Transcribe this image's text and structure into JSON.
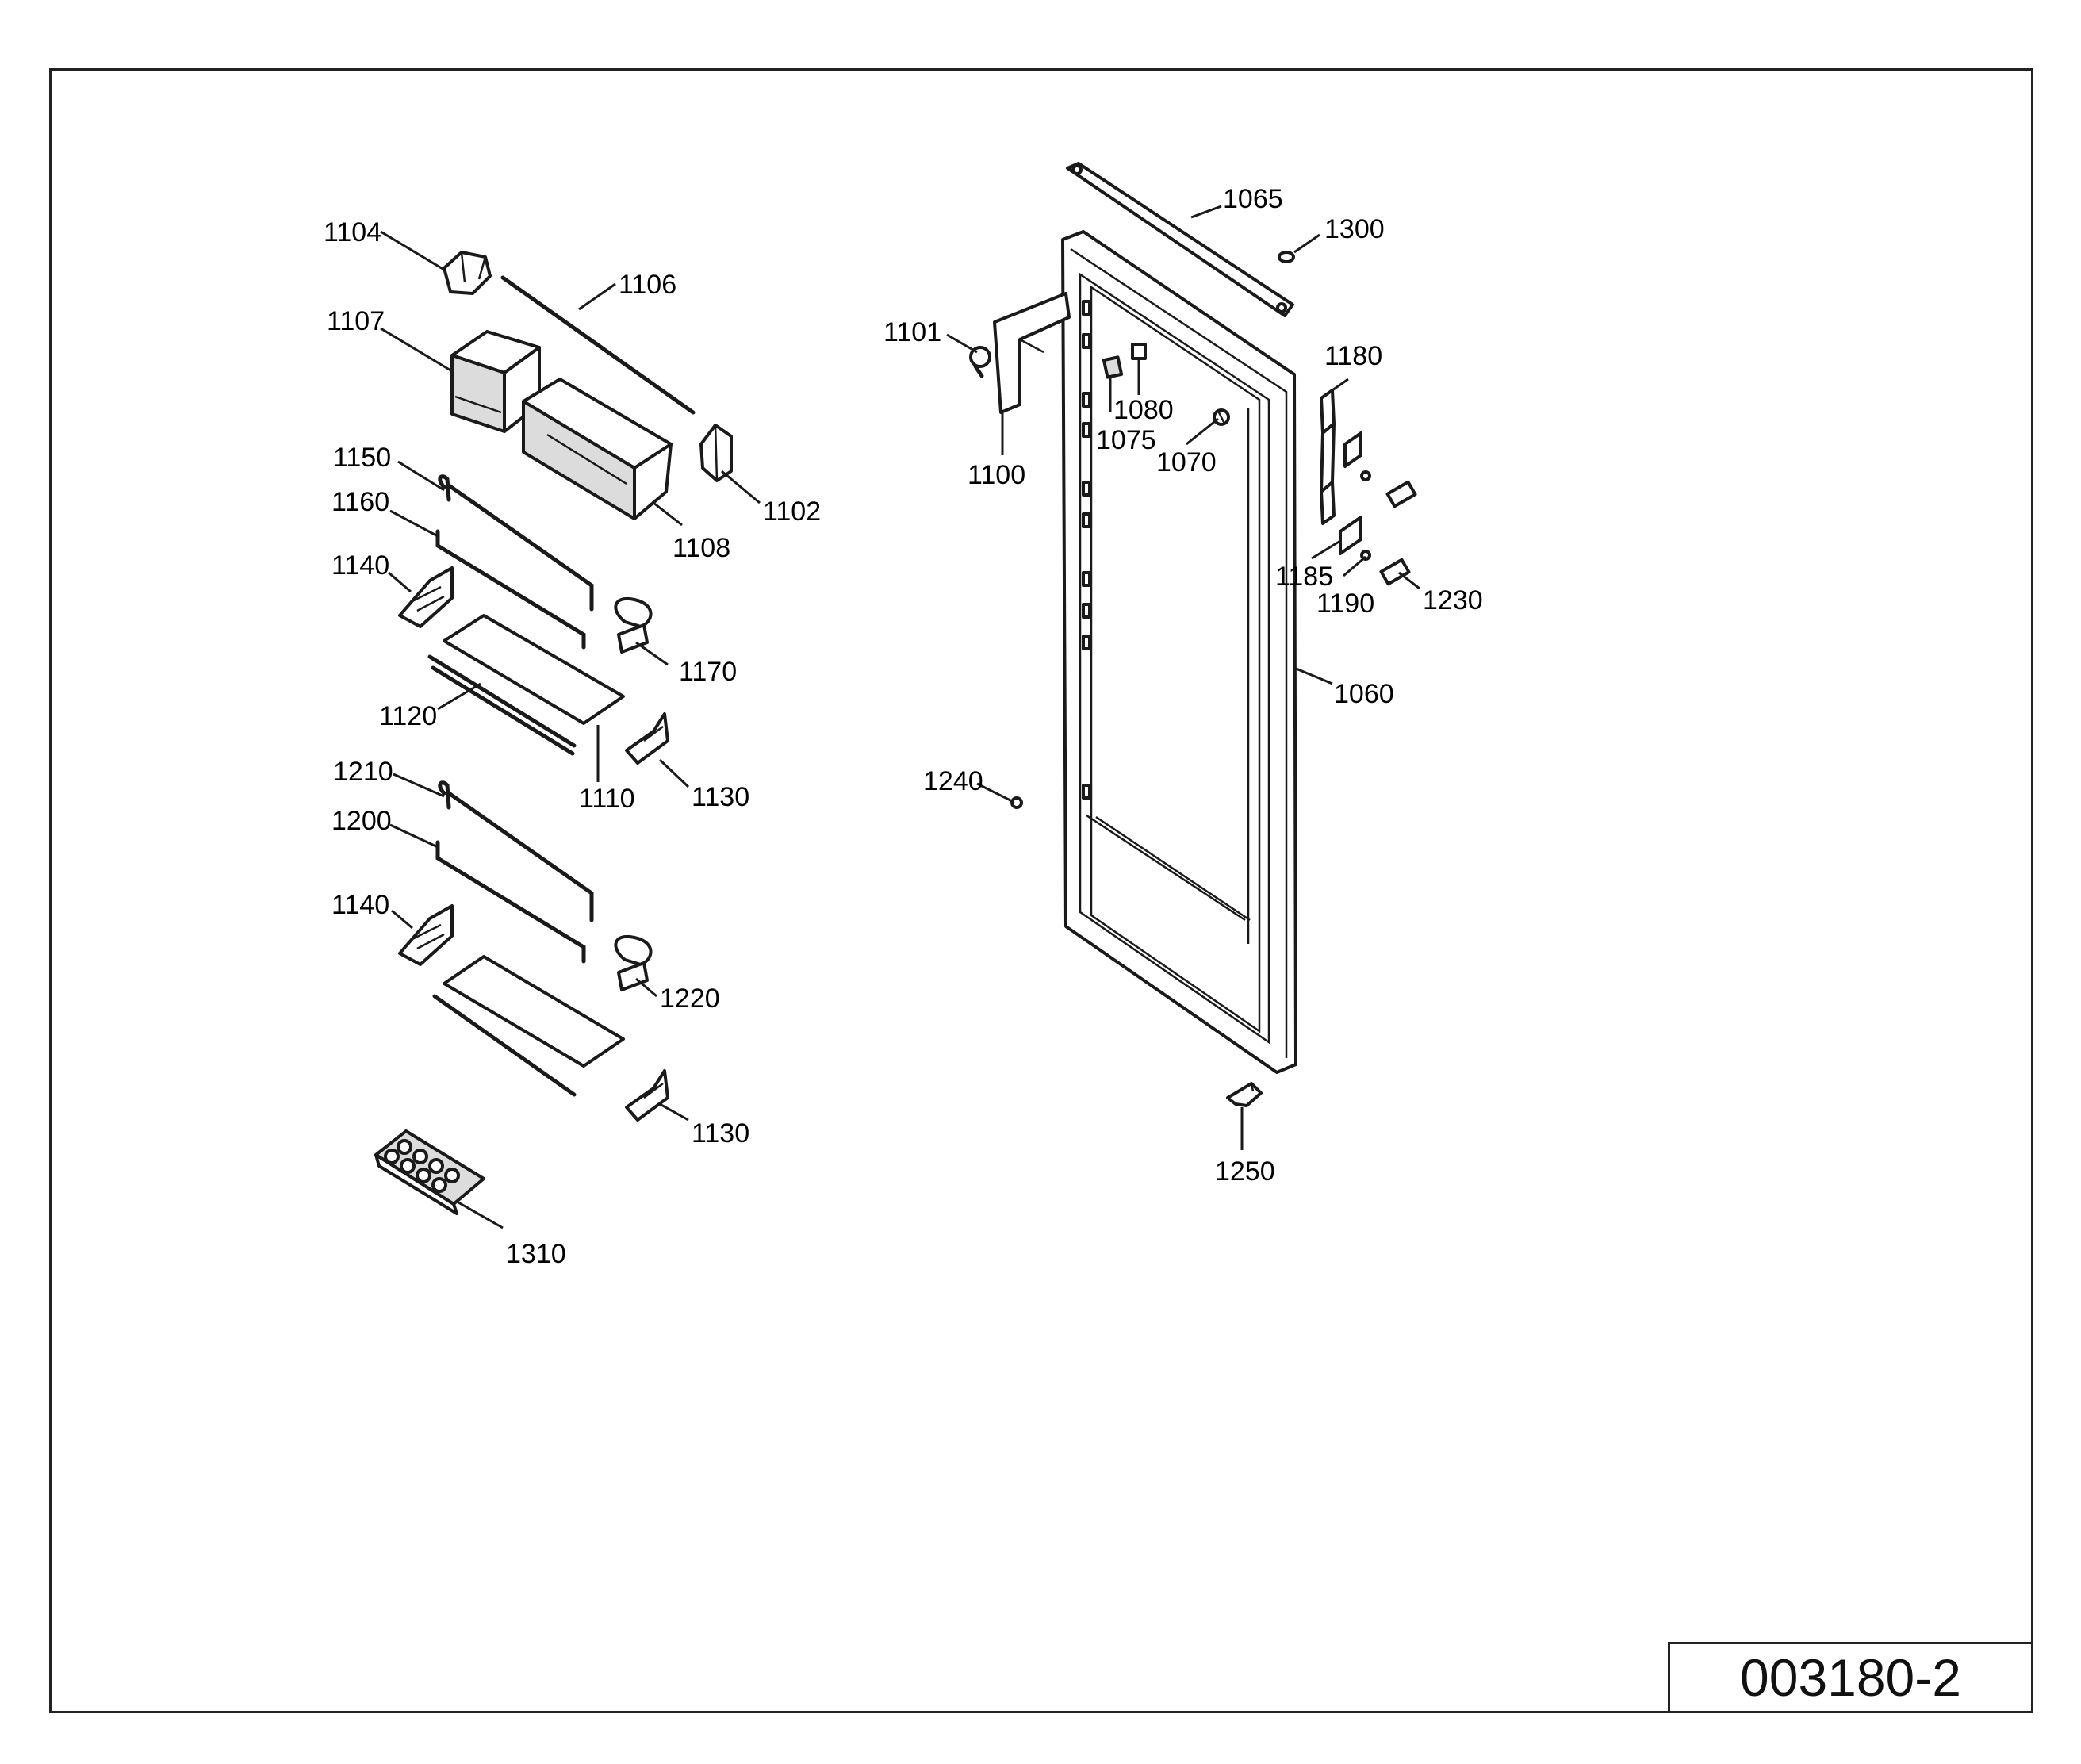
{
  "drawing_number": "003180-2",
  "callouts": {
    "c1104": "1104",
    "c1106": "1106",
    "c1107": "1107",
    "c1102": "1102",
    "c1108": "1108",
    "c1150": "1150",
    "c1160": "1160",
    "c1140a": "1140",
    "c1170": "1170",
    "c1120": "1120",
    "c1110": "1110",
    "c1130a": "1130",
    "c1210": "1210",
    "c1200": "1200",
    "c1140b": "1140",
    "c1220": "1220",
    "c1130b": "1130",
    "c1310": "1310",
    "c1065": "1065",
    "c1300": "1300",
    "c1101": "1101",
    "c1080": "1080",
    "c1075": "1075",
    "c1070": "1070",
    "c1100": "1100",
    "c1180": "1180",
    "c1185": "1185",
    "c1190": "1190",
    "c1230": "1230",
    "c1060": "1060",
    "c1240": "1240",
    "c1250": "1250"
  }
}
